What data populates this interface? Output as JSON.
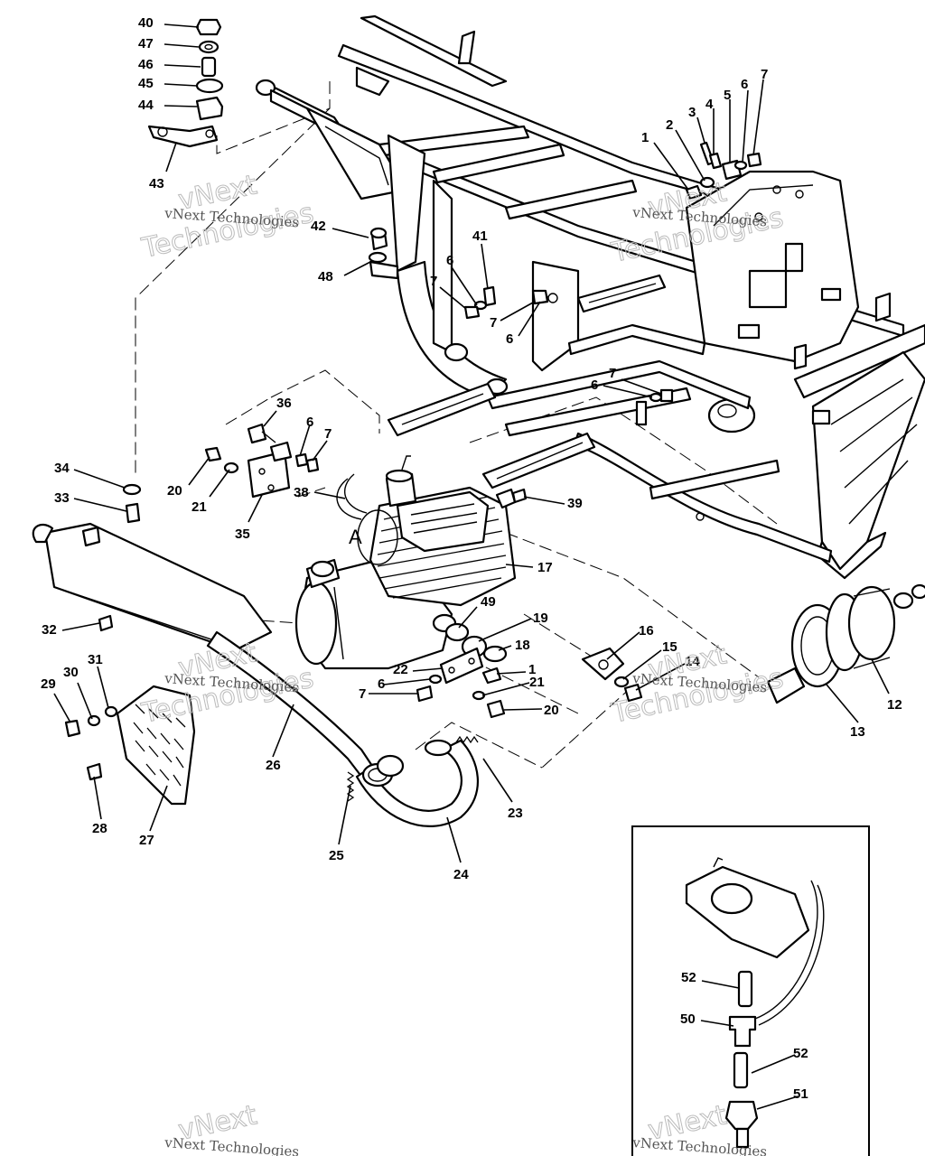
{
  "watermark": {
    "line_small": "vNext Technologies",
    "line_big_1": "vNext",
    "line_big_2": "Technologies"
  },
  "detail_letter": "A",
  "callouts": [
    {
      "id": "c40",
      "label": "40"
    },
    {
      "id": "c47",
      "label": "47"
    },
    {
      "id": "c46",
      "label": "46"
    },
    {
      "id": "c45",
      "label": "45"
    },
    {
      "id": "c44",
      "label": "44"
    },
    {
      "id": "c43",
      "label": "43"
    },
    {
      "id": "c42",
      "label": "42"
    },
    {
      "id": "c48",
      "label": "48"
    },
    {
      "id": "c41",
      "label": "41"
    },
    {
      "id": "c6a",
      "label": "6"
    },
    {
      "id": "c7a",
      "label": "7"
    },
    {
      "id": "c7b",
      "label": "7"
    },
    {
      "id": "c6b",
      "label": "6"
    },
    {
      "id": "c1a",
      "label": "1"
    },
    {
      "id": "c2",
      "label": "2"
    },
    {
      "id": "c3",
      "label": "3"
    },
    {
      "id": "c4",
      "label": "4"
    },
    {
      "id": "c5",
      "label": "5"
    },
    {
      "id": "c6c",
      "label": "6"
    },
    {
      "id": "c7c",
      "label": "7"
    },
    {
      "id": "c7d",
      "label": "7"
    },
    {
      "id": "c6d",
      "label": "6"
    },
    {
      "id": "c36",
      "label": "36"
    },
    {
      "id": "c6e",
      "label": "6"
    },
    {
      "id": "c7e",
      "label": "7"
    },
    {
      "id": "c20a",
      "label": "20"
    },
    {
      "id": "c21a",
      "label": "21"
    },
    {
      "id": "c35",
      "label": "35"
    },
    {
      "id": "c38",
      "label": "38"
    },
    {
      "id": "c39",
      "label": "39"
    },
    {
      "id": "c34",
      "label": "34"
    },
    {
      "id": "c33",
      "label": "33"
    },
    {
      "id": "c17",
      "label": "17"
    },
    {
      "id": "c32",
      "label": "32"
    },
    {
      "id": "c49",
      "label": "49"
    },
    {
      "id": "c19",
      "label": "19"
    },
    {
      "id": "c18",
      "label": "18"
    },
    {
      "id": "c16",
      "label": "16"
    },
    {
      "id": "c15",
      "label": "15"
    },
    {
      "id": "c14",
      "label": "14"
    },
    {
      "id": "c12",
      "label": "12"
    },
    {
      "id": "c13",
      "label": "13"
    },
    {
      "id": "c22",
      "label": "22"
    },
    {
      "id": "c1b",
      "label": "1"
    },
    {
      "id": "c21b",
      "label": "21"
    },
    {
      "id": "c20b",
      "label": "20"
    },
    {
      "id": "c6f",
      "label": "6"
    },
    {
      "id": "c7f",
      "label": "7"
    },
    {
      "id": "c31",
      "label": "31"
    },
    {
      "id": "c30",
      "label": "30"
    },
    {
      "id": "c29",
      "label": "29"
    },
    {
      "id": "c26",
      "label": "26"
    },
    {
      "id": "c28",
      "label": "28"
    },
    {
      "id": "c27",
      "label": "27"
    },
    {
      "id": "c25",
      "label": "25"
    },
    {
      "id": "c23",
      "label": "23"
    },
    {
      "id": "c24",
      "label": "24"
    },
    {
      "id": "c52a",
      "label": "52"
    },
    {
      "id": "c50",
      "label": "50"
    },
    {
      "id": "c52b",
      "label": "52"
    },
    {
      "id": "c51",
      "label": "51"
    }
  ]
}
